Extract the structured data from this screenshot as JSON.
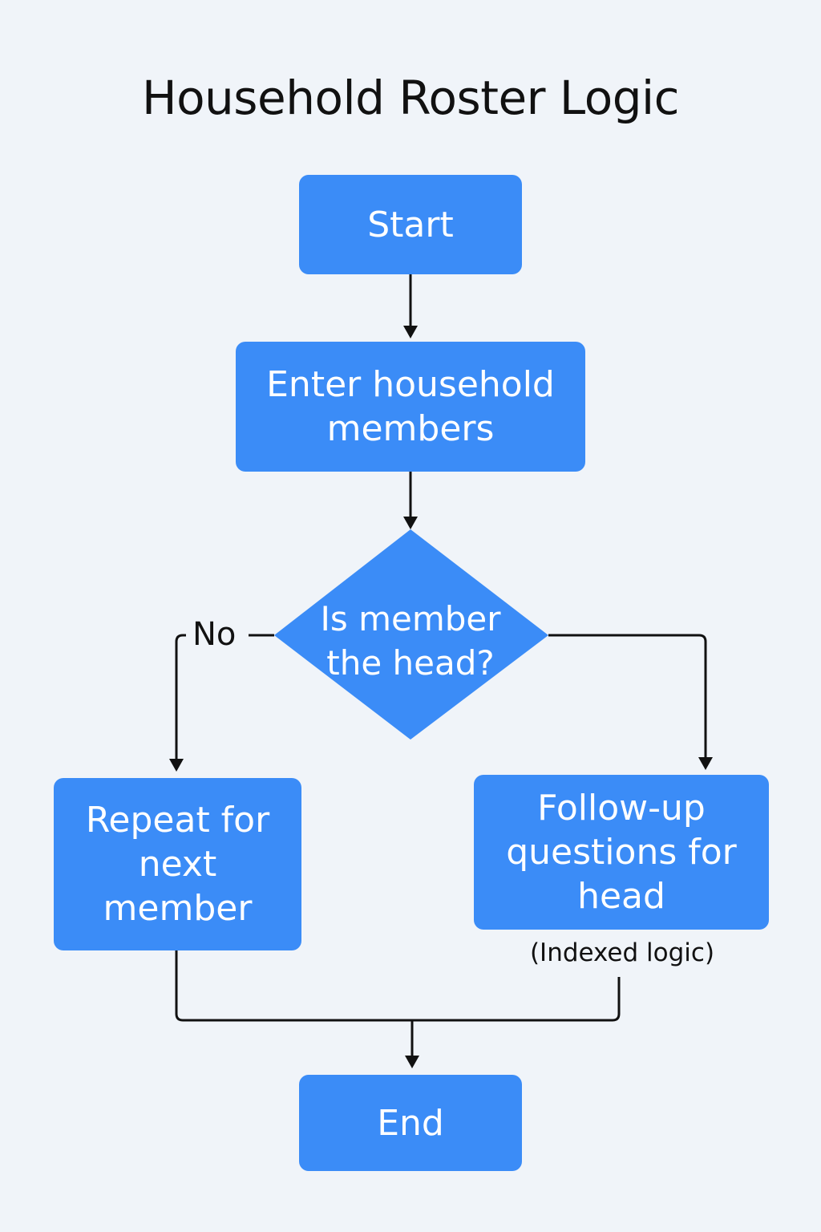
{
  "diagram": {
    "title": "Household Roster Logic",
    "colors": {
      "node": "#3b8cf7",
      "line": "#111111",
      "background": "#f0f4f9"
    },
    "nodes": {
      "start": {
        "label": "Start"
      },
      "enter_members": {
        "label": "Enter household members"
      },
      "decision": {
        "label": "Is member the head?"
      },
      "repeat": {
        "label": "Repeat for next member"
      },
      "followup": {
        "label": "Follow-up questions for head"
      },
      "end": {
        "label": "End"
      }
    },
    "edge_labels": {
      "no": "No"
    },
    "annotations": {
      "indexed_logic": "(Indexed logic)"
    }
  }
}
